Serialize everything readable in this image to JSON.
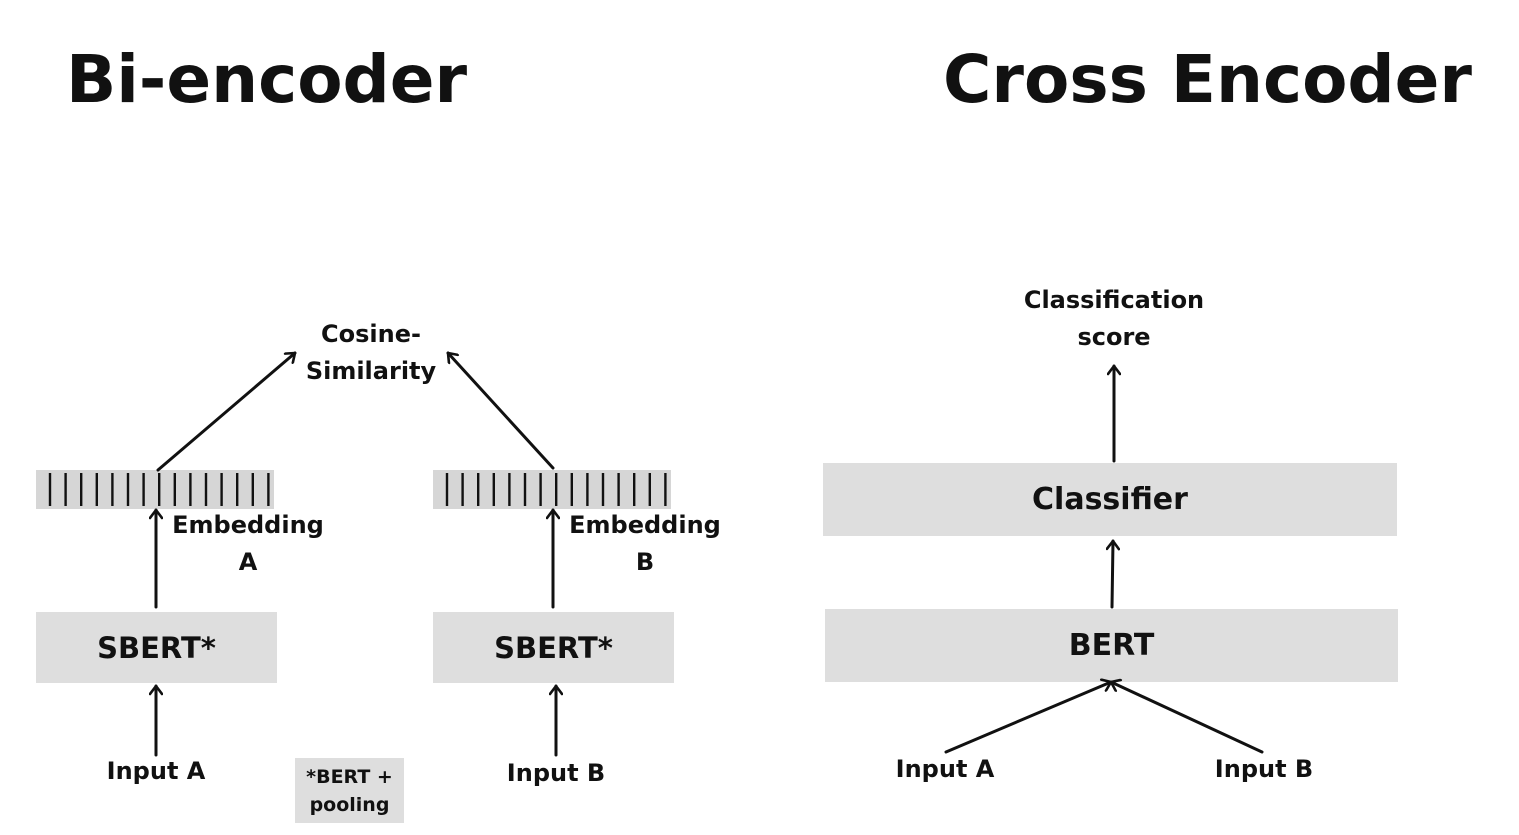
{
  "bi_encoder": {
    "title": "Bi-encoder",
    "similarity_line1": "Cosine-",
    "similarity_line2": "Similarity",
    "left": {
      "embedding_line1": "Embedding",
      "embedding_line2": "A",
      "model": "SBERT*",
      "input": "Input A"
    },
    "right": {
      "embedding_line1": "Embedding",
      "embedding_line2": "B",
      "model": "SBERT*",
      "input": "Input B"
    },
    "footnote_line1": "*BERT +",
    "footnote_line2": "pooling"
  },
  "cross_encoder": {
    "title": "Cross Encoder",
    "score_line1": "Classification",
    "score_line2": "score",
    "classifier": "Classifier",
    "model": "BERT",
    "input_a": "Input A",
    "input_b": "Input B"
  },
  "colors": {
    "box_fill": "#dedede",
    "embedding_fill": "#d6d6d6",
    "ink": "#111111"
  },
  "embedding_dims": 15
}
